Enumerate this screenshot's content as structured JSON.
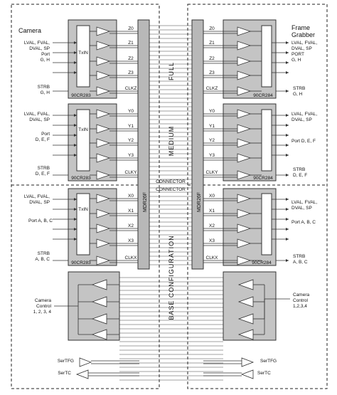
{
  "left_panel": {
    "title": "Camera",
    "group1_labels": [
      "LVAL, FVAL,",
      "DVAL, SP",
      "Port",
      "G, H"
    ],
    "group2_labels": [
      "LVAL, FVAL,",
      "DVAL, SP",
      "Port",
      "D, E, F"
    ],
    "group3_labels": [
      "LVAL, FVAL,",
      "DVAL, SP",
      "Port A, B, C"
    ],
    "strb_labels": [
      [
        "STRB",
        "G, H"
      ],
      [
        "STRB",
        "A, B, C"
      ]
    ],
    "strb_mid": [
      "STRB",
      "D, E, F"
    ],
    "control_labels": [
      "Camera",
      "Control",
      "1, 2, 3, 4"
    ],
    "ser_labels": [
      "SerTFG",
      "SerTC"
    ]
  },
  "right_panel": {
    "title": [
      "Frame",
      "Grabber"
    ],
    "group1_labels": [
      "LVAL, FVAL,",
      "DVAL, SP",
      "PORT",
      "G, H"
    ],
    "group2_labels": [
      "LVAL, FVAL,",
      "DVAL, SP",
      "Port D, E, F"
    ],
    "group3_labels": [
      "LVAL, FVAL,",
      "DVAL, SP",
      "Port A, B, C"
    ],
    "strb_labels": [
      [
        "STRB",
        "G, H"
      ],
      [
        "STRB",
        "D, E, F"
      ],
      [
        "STRB",
        "A, B, C"
      ]
    ],
    "control_labels": [
      "Camera",
      "Control",
      "1,2,3,4"
    ],
    "ser_labels": [
      "SerTFG",
      "SerTC"
    ]
  },
  "chips": {
    "transmitter": "TxIN",
    "left_chip": "90CR283",
    "right_chip": "90CR284",
    "connector_left": "MDR26F",
    "connector_right": "MDR26F",
    "connector_top": "CONNECTOR",
    "connector_bottom": "CONNECTOR"
  },
  "signals": {
    "z": [
      "Z0",
      "Z1",
      "Z2",
      "Z3",
      "CLKZ"
    ],
    "y": [
      "Y0",
      "Y1",
      "Y2",
      "Y3",
      "CLKY"
    ],
    "x": [
      "X0",
      "X1",
      "X2",
      "X3",
      "CLKX"
    ]
  },
  "sections": {
    "full": "FULL",
    "medium": "MEDIUM",
    "base": "BASE CONFIGURATION"
  }
}
